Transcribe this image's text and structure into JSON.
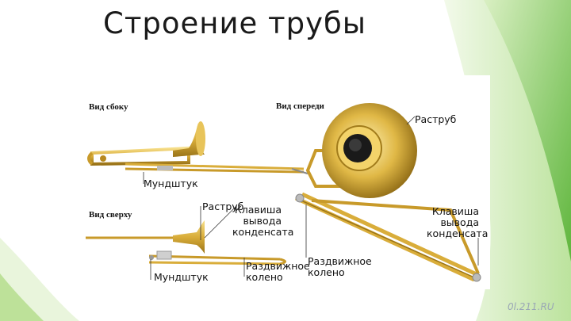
{
  "slide": {
    "title": "Строение трубы",
    "watermark": "0l.211.RU"
  },
  "views": {
    "side": "Вид сбоку",
    "front": "Вид спереди",
    "top": "Вид сверху"
  },
  "labels": {
    "bell_front": "Раструб",
    "mouthpiece_side": "Мундштук",
    "bell_top": "Раструб",
    "water_key_top": [
      "Клавиша",
      "вывода",
      "конденсата"
    ],
    "water_key_front": [
      "Клавиша",
      "вывода",
      "конденсата"
    ],
    "mouthpiece_top": "Мундштук",
    "slide_top": [
      "Раздвижное",
      "колено"
    ],
    "slide_front": [
      "Раздвижное",
      "колено"
    ]
  },
  "colors": {
    "brass": "#d9ad3a",
    "brass_dark": "#9a7418",
    "green": "#7cc242",
    "label_line": "#333333"
  }
}
